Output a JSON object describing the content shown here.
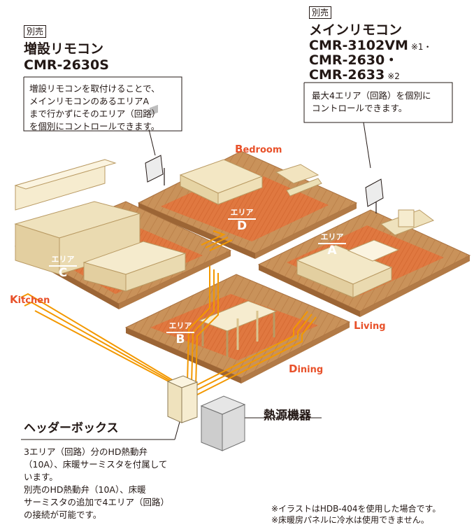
{
  "sub_remote": {
    "tag": "別売",
    "title1": "増設リモコン",
    "title2": "CMR-2630S",
    "desc": [
      "増設リモコンを取付けることで、",
      "メインリモコンのあるエリアA",
      "まで行かずにそのエリア（回路）",
      "を個別にコントロールできます。"
    ]
  },
  "main_remote": {
    "tag": "別売",
    "title1": "メインリモコン",
    "title2": "CMR-3102VM",
    "note1": "※1・",
    "title3": "CMR-2630・",
    "title4": "CMR-2633",
    "note2": "※2",
    "desc": [
      "最大4エリア（回路）を個別に",
      "コントロールできます。"
    ]
  },
  "rooms": {
    "bedroom": {
      "first": "B",
      "rest": "edroom"
    },
    "kitchen": {
      "first": "K",
      "rest": "itchen"
    },
    "living": {
      "first": "L",
      "rest": "iving"
    },
    "dining": {
      "first": "D",
      "rest": "ining"
    }
  },
  "areas": {
    "label": "エリア",
    "a": "A",
    "b": "B",
    "c": "C",
    "d": "D"
  },
  "heat_source": {
    "label": "熱源機器"
  },
  "header_box": {
    "title": "ヘッダーボックス",
    "desc": [
      "3エリア（回路）分のHD熱動弁",
      "（10A）、床暖サーミスタを付属して",
      "います。",
      "別売のHD熱動弁（10A）、床暖",
      "サーミスタの追加で4エリア（回路）",
      "の接続が可能です。"
    ]
  },
  "footnotes": [
    "※イラストはHDB-404を使用した場合です。",
    "※床暖房パネルに冷水は使用できません。"
  ],
  "colors": {
    "floor": "#c9925a",
    "panel": "#e07840",
    "pipe": "#f39800",
    "accent": "#e8512a"
  }
}
